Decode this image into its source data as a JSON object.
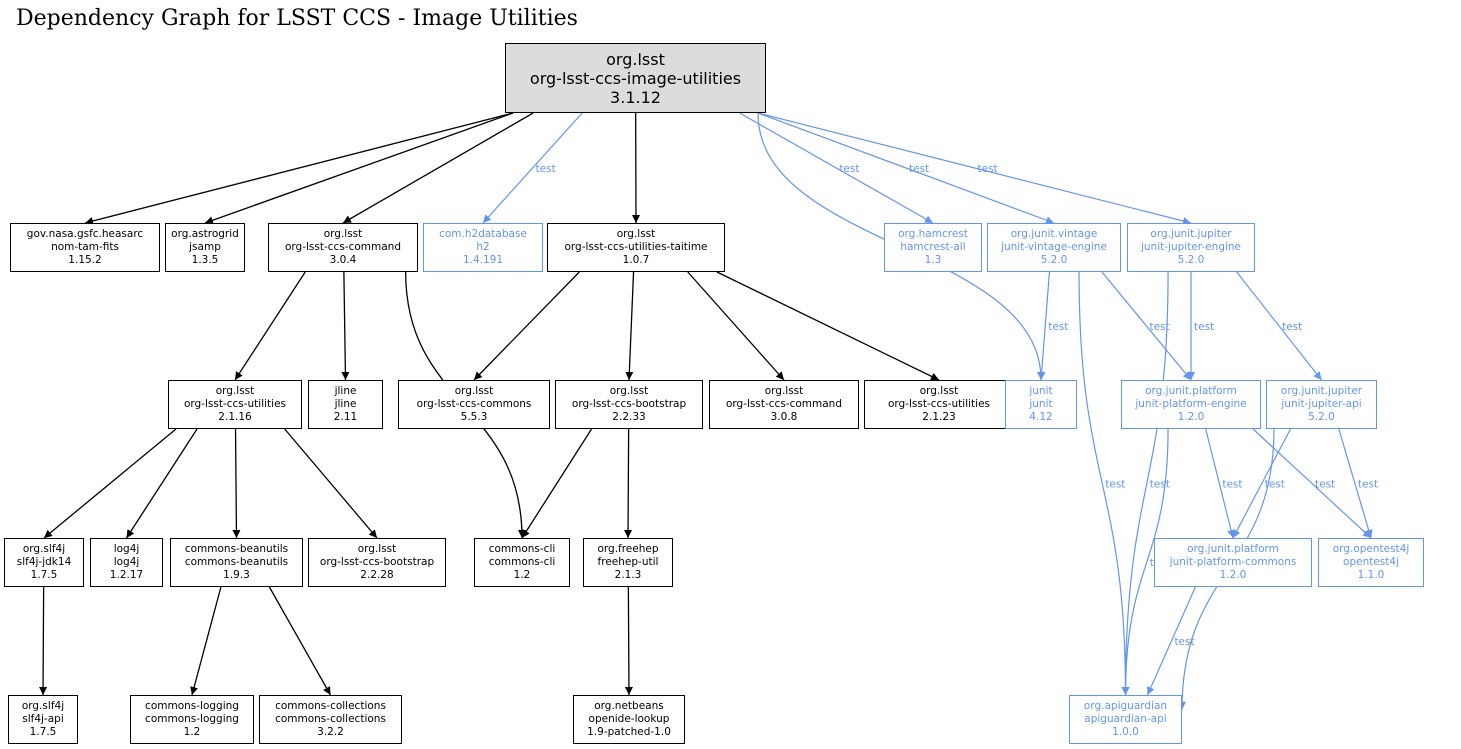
{
  "title": "Dependency Graph for LSST CCS - Image Utilities",
  "colors": {
    "compile": "#000000",
    "test": "#6495ed",
    "root_fill": "#dcdcdc"
  },
  "nodes": [
    {
      "id": "root",
      "group": "org.lsst",
      "artifact": "org-lsst-ccs-image-utilities",
      "version": "3.1.12",
      "scope": "root"
    },
    {
      "id": "fits",
      "group": "gov.nasa.gsfc.heasarc",
      "artifact": "nom-tam-fits",
      "version": "1.15.2",
      "scope": "compile"
    },
    {
      "id": "jsamp",
      "group": "org.astrogrid",
      "artifact": "jsamp",
      "version": "1.3.5",
      "scope": "compile"
    },
    {
      "id": "cmd304",
      "group": "org.lsst",
      "artifact": "org-lsst-ccs-command",
      "version": "3.0.4",
      "scope": "compile"
    },
    {
      "id": "h2",
      "group": "com.h2database",
      "artifact": "h2",
      "version": "1.4.191",
      "scope": "test"
    },
    {
      "id": "taitime",
      "group": "org.lsst",
      "artifact": "org-lsst-ccs-utilities-taitime",
      "version": "1.0.7",
      "scope": "compile"
    },
    {
      "id": "hamcrest",
      "group": "org.hamcrest",
      "artifact": "hamcrest-all",
      "version": "1.3",
      "scope": "test"
    },
    {
      "id": "vintage",
      "group": "org.junit.vintage",
      "artifact": "junit-vintage-engine",
      "version": "5.2.0",
      "scope": "test"
    },
    {
      "id": "jupeng",
      "group": "org.junit.jupiter",
      "artifact": "junit-jupiter-engine",
      "version": "5.2.0",
      "scope": "test"
    },
    {
      "id": "util2116",
      "group": "org.lsst",
      "artifact": "org-lsst-ccs-utilities",
      "version": "2.1.16",
      "scope": "compile"
    },
    {
      "id": "jline",
      "group": "jline",
      "artifact": "jline",
      "version": "2.11",
      "scope": "compile"
    },
    {
      "id": "commons553",
      "group": "org.lsst",
      "artifact": "org-lsst-ccs-commons",
      "version": "5.5.3",
      "scope": "compile"
    },
    {
      "id": "boot2233",
      "group": "org.lsst",
      "artifact": "org-lsst-ccs-bootstrap",
      "version": "2.2.33",
      "scope": "compile"
    },
    {
      "id": "cmd308",
      "group": "org.lsst",
      "artifact": "org-lsst-ccs-command",
      "version": "3.0.8",
      "scope": "compile"
    },
    {
      "id": "util2123",
      "group": "org.lsst",
      "artifact": "org-lsst-ccs-utilities",
      "version": "2.1.23",
      "scope": "compile"
    },
    {
      "id": "junit",
      "group": "junit",
      "artifact": "junit",
      "version": "4.12",
      "scope": "test"
    },
    {
      "id": "plateng",
      "group": "org.junit.platform",
      "artifact": "junit-platform-engine",
      "version": "1.2.0",
      "scope": "test"
    },
    {
      "id": "jupapi",
      "group": "org.junit.jupiter",
      "artifact": "junit-jupiter-api",
      "version": "5.2.0",
      "scope": "test"
    },
    {
      "id": "slf4jjdk",
      "group": "org.slf4j",
      "artifact": "slf4j-jdk14",
      "version": "1.7.5",
      "scope": "compile"
    },
    {
      "id": "log4j",
      "group": "log4j",
      "artifact": "log4j",
      "version": "1.2.17",
      "scope": "compile"
    },
    {
      "id": "beanutils",
      "group": "commons-beanutils",
      "artifact": "commons-beanutils",
      "version": "1.9.3",
      "scope": "compile"
    },
    {
      "id": "boot2228",
      "group": "org.lsst",
      "artifact": "org-lsst-ccs-bootstrap",
      "version": "2.2.28",
      "scope": "compile"
    },
    {
      "id": "cli",
      "group": "commons-cli",
      "artifact": "commons-cli",
      "version": "1.2",
      "scope": "compile"
    },
    {
      "id": "freehep",
      "group": "org.freehep",
      "artifact": "freehep-util",
      "version": "2.1.3",
      "scope": "compile"
    },
    {
      "id": "platcom",
      "group": "org.junit.platform",
      "artifact": "junit-platform-commons",
      "version": "1.2.0",
      "scope": "test"
    },
    {
      "id": "opentest",
      "group": "org.opentest4j",
      "artifact": "opentest4j",
      "version": "1.1.0",
      "scope": "test"
    },
    {
      "id": "slf4japi",
      "group": "org.slf4j",
      "artifact": "slf4j-api",
      "version": "1.7.5",
      "scope": "compile"
    },
    {
      "id": "logging",
      "group": "commons-logging",
      "artifact": "commons-logging",
      "version": "1.2",
      "scope": "compile"
    },
    {
      "id": "collections",
      "group": "commons-collections",
      "artifact": "commons-collections",
      "version": "3.2.2",
      "scope": "compile"
    },
    {
      "id": "lookup",
      "group": "org.netbeans",
      "artifact": "openide-lookup",
      "version": "1.9-patched-1.0",
      "scope": "compile"
    },
    {
      "id": "apiguardian",
      "group": "org.apiguardian",
      "artifact": "apiguardian-api",
      "version": "1.0.0",
      "scope": "test"
    }
  ],
  "edges": [
    {
      "from": "root",
      "to": "fits",
      "label": ""
    },
    {
      "from": "root",
      "to": "jsamp",
      "label": ""
    },
    {
      "from": "root",
      "to": "cmd304",
      "label": ""
    },
    {
      "from": "root",
      "to": "h2",
      "label": "test"
    },
    {
      "from": "root",
      "to": "taitime",
      "label": ""
    },
    {
      "from": "root",
      "to": "junit",
      "label": "test"
    },
    {
      "from": "root",
      "to": "hamcrest",
      "label": "test"
    },
    {
      "from": "root",
      "to": "vintage",
      "label": "test"
    },
    {
      "from": "root",
      "to": "jupeng",
      "label": "test"
    },
    {
      "from": "cmd304",
      "to": "util2116",
      "label": ""
    },
    {
      "from": "cmd304",
      "to": "jline",
      "label": ""
    },
    {
      "from": "cmd304",
      "to": "cli",
      "label": ""
    },
    {
      "from": "taitime",
      "to": "commons553",
      "label": ""
    },
    {
      "from": "taitime",
      "to": "boot2233",
      "label": ""
    },
    {
      "from": "taitime",
      "to": "cmd308",
      "label": ""
    },
    {
      "from": "taitime",
      "to": "util2123",
      "label": ""
    },
    {
      "from": "vintage",
      "to": "junit",
      "label": "test"
    },
    {
      "from": "vintage",
      "to": "plateng",
      "label": "test"
    },
    {
      "from": "vintage",
      "to": "apiguardian",
      "label": "test"
    },
    {
      "from": "jupeng",
      "to": "plateng",
      "label": "test"
    },
    {
      "from": "jupeng",
      "to": "jupapi",
      "label": "test"
    },
    {
      "from": "jupeng",
      "to": "apiguardian",
      "label": "test"
    },
    {
      "from": "util2116",
      "to": "slf4jjdk",
      "label": ""
    },
    {
      "from": "util2116",
      "to": "log4j",
      "label": ""
    },
    {
      "from": "util2116",
      "to": "beanutils",
      "label": ""
    },
    {
      "from": "util2116",
      "to": "boot2228",
      "label": ""
    },
    {
      "from": "boot2233",
      "to": "cli",
      "label": ""
    },
    {
      "from": "boot2233",
      "to": "freehep",
      "label": ""
    },
    {
      "from": "plateng",
      "to": "platcom",
      "label": "test"
    },
    {
      "from": "plateng",
      "to": "opentest",
      "label": "test"
    },
    {
      "from": "plateng",
      "to": "apiguardian",
      "label": "test"
    },
    {
      "from": "jupapi",
      "to": "platcom",
      "label": "test"
    },
    {
      "from": "jupapi",
      "to": "opentest",
      "label": "test"
    },
    {
      "from": "jupapi",
      "to": "apiguardian",
      "label": "test"
    },
    {
      "from": "slf4jjdk",
      "to": "slf4japi",
      "label": ""
    },
    {
      "from": "beanutils",
      "to": "logging",
      "label": ""
    },
    {
      "from": "beanutils",
      "to": "collections",
      "label": ""
    },
    {
      "from": "freehep",
      "to": "lookup",
      "label": ""
    },
    {
      "from": "platcom",
      "to": "apiguardian",
      "label": "test"
    }
  ]
}
